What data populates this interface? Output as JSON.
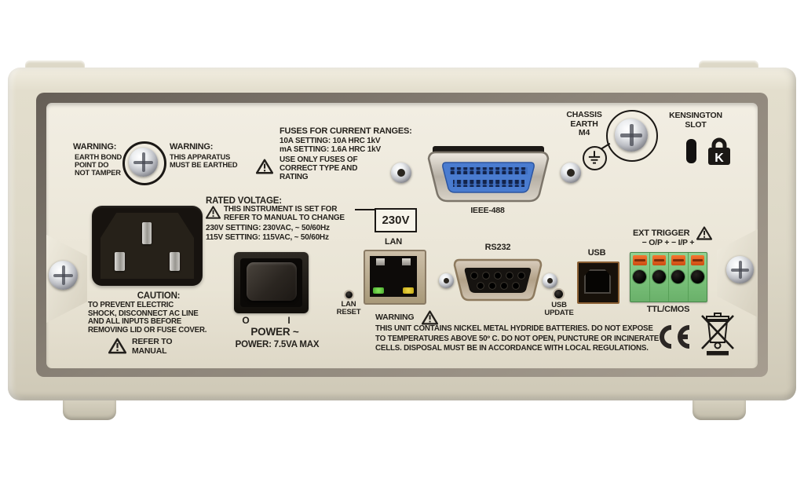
{
  "device": {
    "warning_left_title": "WARNING:",
    "warning_left_body": "EARTH BOND\nPOINT DO\nNOT TAMPER",
    "warning_right_title": "WARNING:",
    "warning_right_body": "THIS APPARATUS\nMUST BE EARTHED",
    "fuses_title": "FUSES FOR CURRENT RANGES:",
    "fuses_line1": "10A  SETTING: 10A HRC 1kV",
    "fuses_line2": "mA   SETTING: 1.6A HRC 1kV",
    "fuses_note": "USE ONLY FUSES OF\nCORRECT TYPE AND\nRATING",
    "rated_title": "RATED VOLTAGE:",
    "rated_line1": "THIS INSTRUMENT IS SET FOR",
    "rated_line2": "REFER TO MANUAL TO CHANGE",
    "rated_line3": "230V SETTING: 230VAC, ~ 50/60Hz",
    "rated_line4": "115V SETTING: 115VAC, ~ 50/60Hz",
    "voltage_setting": "230V",
    "chassis_earth_label": "CHASSIS\nEARTH\nM4",
    "kensington_label": "KENSINGTON\nSLOT",
    "ieee488_label": "IEEE-488",
    "lan_label": "LAN",
    "lan_reset_label": "LAN\nRESET",
    "rs232_label": "RS232",
    "usb_label": "USB",
    "usb_update_label": "USB\nUPDATE",
    "ext_trigger_label": "EXT TRIGGER",
    "trigger_polarity": "− O/P +   − I/P +",
    "ttl_cmos_label": "TTL/CMOS",
    "caution_title": "CAUTION:",
    "caution_body": "TO PREVENT ELECTRIC\nSHOCK, DISCONNECT AC LINE\nAND ALL INPUTS BEFORE\nREMOVING LID OR FUSE COVER.",
    "caution_refer": "REFER TO\nMANUAL",
    "power_off_symbol": "O",
    "power_on_symbol": "I",
    "power_label": "POWER ~",
    "power_rating": "POWER: 7.5VA MAX",
    "battery_warning_title": "WARNING",
    "battery_warning_body": "THIS UNIT CONTAINS NICKEL METAL HYDRIDE BATTERIES. DO NOT EXPOSE\nTO TEMPERATURES ABOVE 50º C. DO NOT OPEN, PUNCTURE OR INCINERATE\nCELLS. DISPOSAL MUST BE  IN ACCORDANCE WITH LOCAL REGULATIONS."
  },
  "colors": {
    "case": "#ddd8c7",
    "panel": "#ece7da",
    "gpib_blue": "#4a7cd0",
    "lan_green": "#55c43a",
    "lan_yellow": "#d9c11f",
    "terminal_green": "#7cc47c",
    "terminal_orange": "#e05a1e",
    "text": "#25221d"
  }
}
